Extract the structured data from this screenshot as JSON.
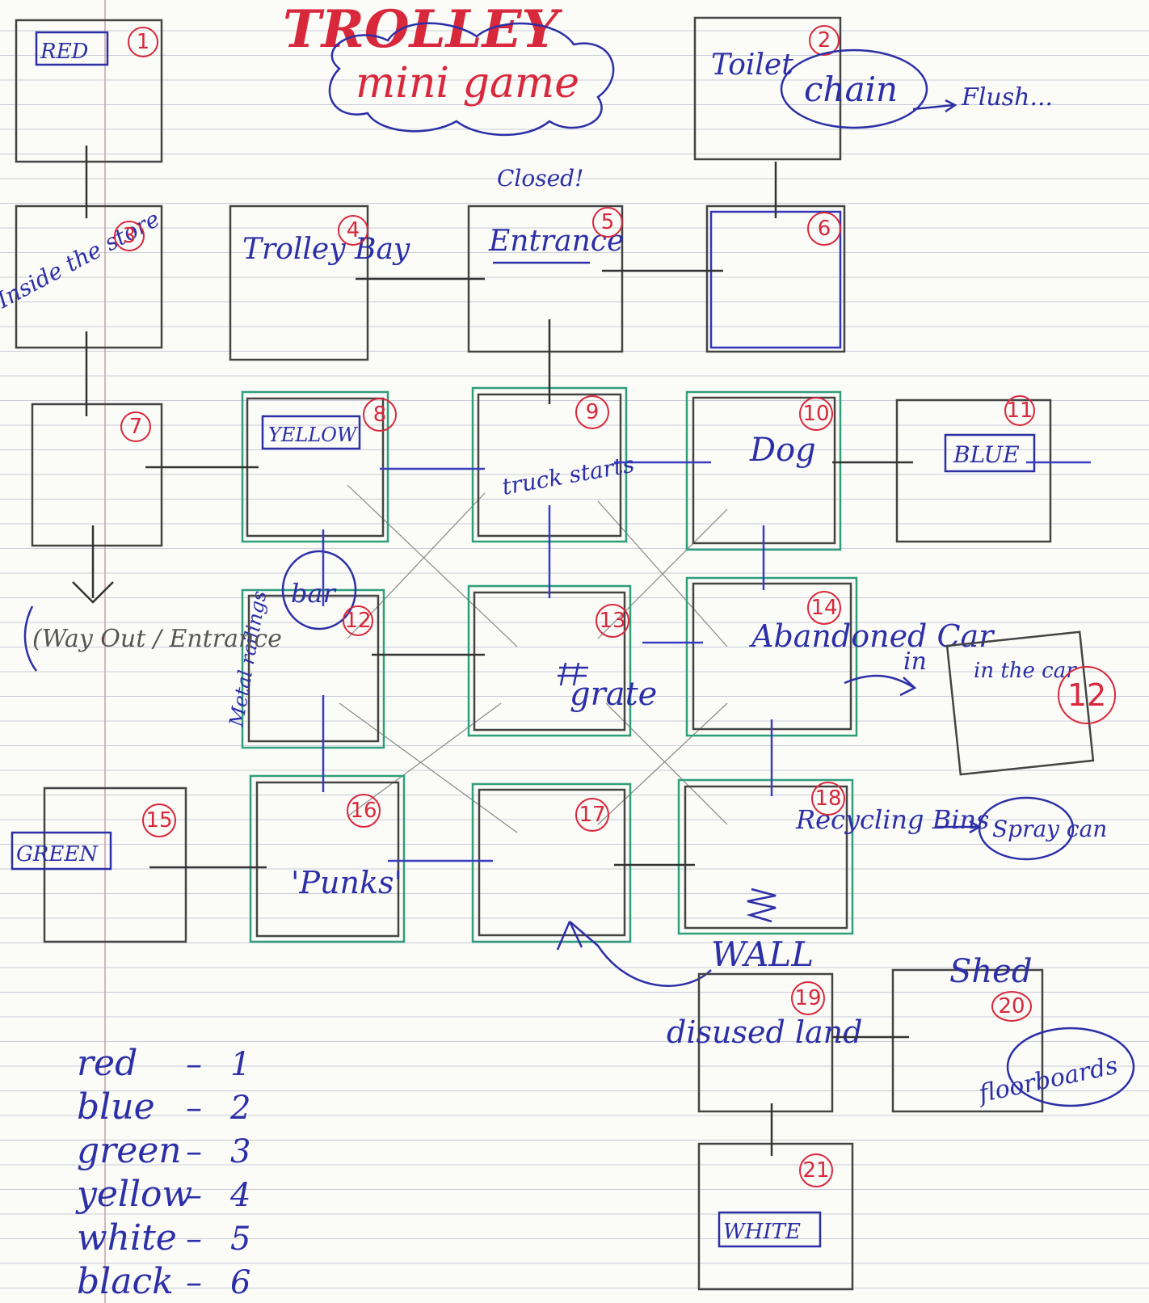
{
  "title": {
    "line1": "TROLLEY",
    "line2": "mini game"
  },
  "rooms": [
    {
      "n": "1",
      "label": "RED",
      "boxed": true
    },
    {
      "n": "2",
      "label": "Toilet",
      "note": "chain",
      "arrow_note": "Flush..."
    },
    {
      "n": "3",
      "label": "Inside the store"
    },
    {
      "n": "4",
      "label": "Trolley Bay"
    },
    {
      "n": "5",
      "label": "Entrance",
      "note": "Closed!"
    },
    {
      "n": "6",
      "label": ""
    },
    {
      "n": "7",
      "label": ""
    },
    {
      "n": "8",
      "label": "YELLOW",
      "boxed": true
    },
    {
      "n": "9",
      "label": "truck starts"
    },
    {
      "n": "10",
      "label": "Dog"
    },
    {
      "n": "11",
      "label": "BLUE",
      "boxed": true
    },
    {
      "n": "12",
      "label": "Metal railings",
      "note": "bar"
    },
    {
      "n": "13",
      "label": "grate"
    },
    {
      "n": "14",
      "label": "Abandoned Car",
      "arrow_note": "in"
    },
    {
      "n": "12",
      "label": "in the car"
    },
    {
      "n": "15",
      "label": "GREEN",
      "boxed": true
    },
    {
      "n": "16",
      "label": "'Punks'"
    },
    {
      "n": "17",
      "label": ""
    },
    {
      "n": "18",
      "label": "Recycling Bins",
      "note": "Spray can"
    },
    {
      "n": "19",
      "label": "disused land"
    },
    {
      "n": "20",
      "label": "Shed",
      "note": "floorboards"
    },
    {
      "n": "21",
      "label": "WHITE",
      "boxed": true
    }
  ],
  "side_notes": {
    "way_out": "(Way Out / Entrance",
    "wall": "WALL"
  },
  "legend": [
    {
      "color": "red",
      "value": "1"
    },
    {
      "color": "blue",
      "value": "2"
    },
    {
      "color": "green",
      "value": "3"
    },
    {
      "color": "yellow",
      "value": "4"
    },
    {
      "color": "white",
      "value": "5"
    },
    {
      "color": "black",
      "value": "6"
    }
  ],
  "colors": {
    "ink_blue": "#2c2fa6",
    "ink_red": "#d8283c",
    "pencil_green": "#2e9e7c",
    "pencil_grey": "#444444",
    "ruled_line": "#c9ccd6"
  }
}
